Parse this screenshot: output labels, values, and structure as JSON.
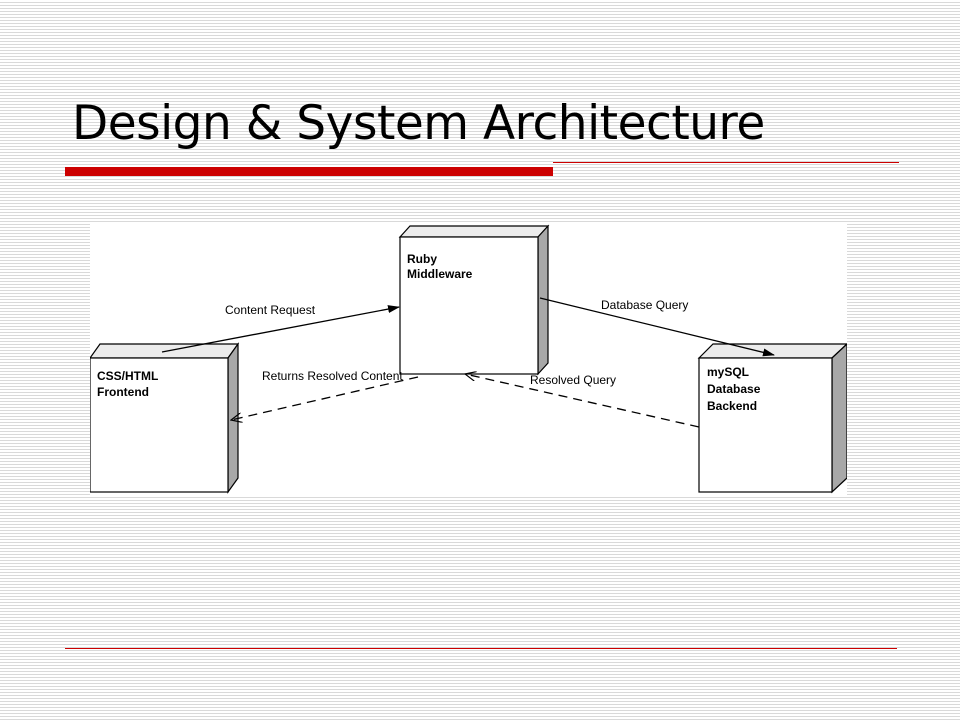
{
  "slide": {
    "title": "Design & System Architecture",
    "accent_color": "#cc0000"
  },
  "diagram": {
    "nodes": [
      {
        "id": "ruby",
        "lines": [
          "Ruby",
          "Middleware"
        ]
      },
      {
        "id": "frontend",
        "lines": [
          "CSS/HTML",
          "Frontend"
        ]
      },
      {
        "id": "database",
        "lines": [
          "mySQL",
          "Database",
          "Backend"
        ]
      }
    ],
    "edges": [
      {
        "label": "Content Request",
        "from": "frontend",
        "to": "ruby",
        "style": "solid"
      },
      {
        "label": "Database Query",
        "from": "ruby",
        "to": "database",
        "style": "solid"
      },
      {
        "label": "Resolved Query",
        "from": "database",
        "to": "ruby",
        "style": "dashed"
      },
      {
        "label": "Returns Resolved Content",
        "from": "ruby",
        "to": "frontend",
        "style": "dashed"
      }
    ]
  }
}
